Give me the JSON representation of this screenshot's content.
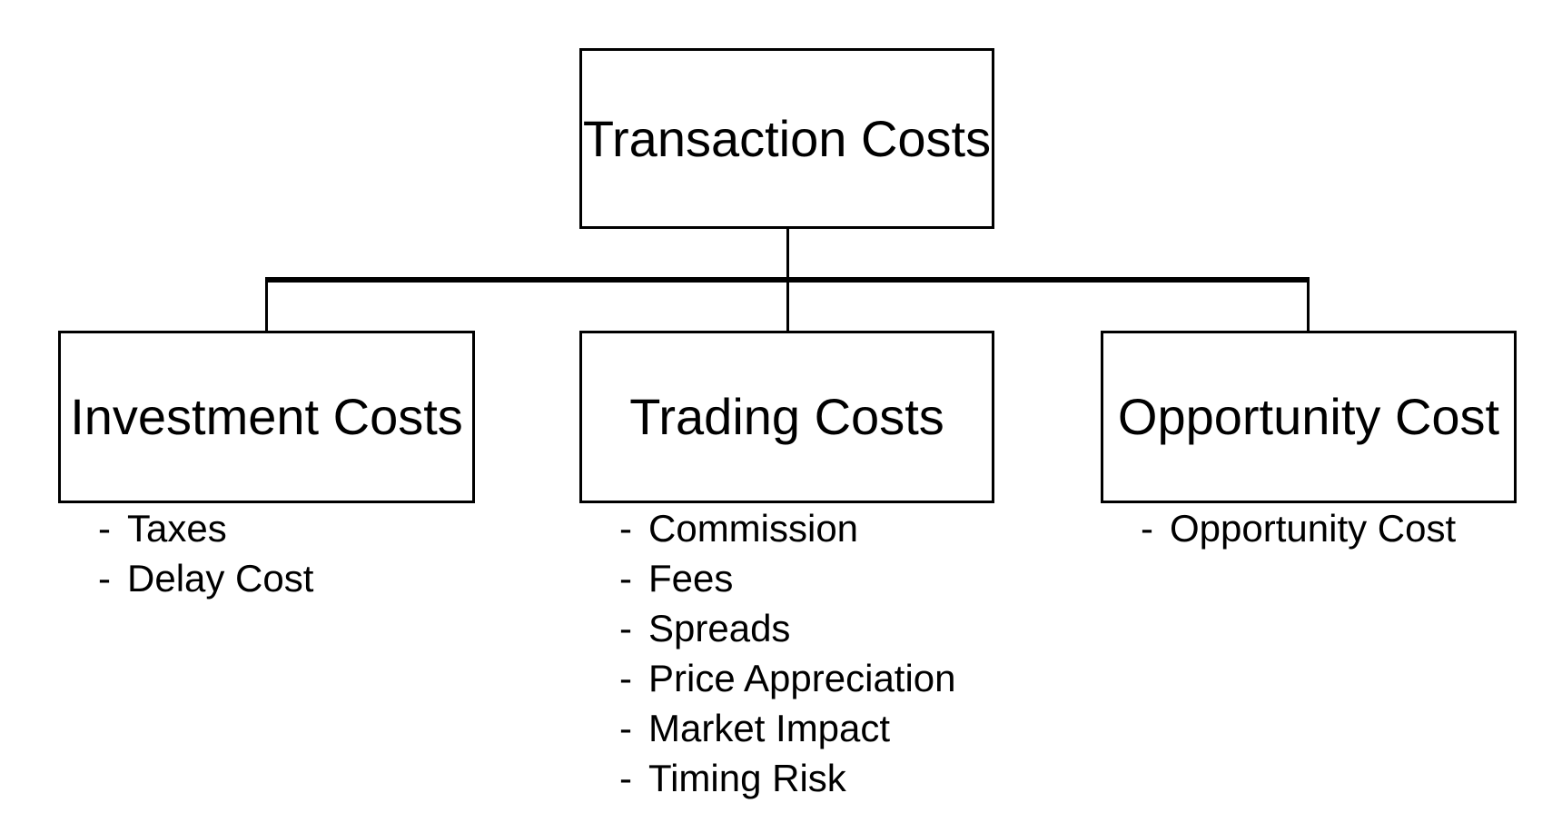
{
  "root": {
    "label": "Transaction Costs"
  },
  "categories": [
    {
      "label": "Investment Costs",
      "items": [
        "Taxes",
        "Delay Cost"
      ]
    },
    {
      "label": "Trading Costs",
      "items": [
        "Commission",
        "Fees",
        "Spreads",
        "Price Appreciation",
        "Market Impact",
        "Timing Risk"
      ]
    },
    {
      "label": "Opportunity Cost",
      "items": [
        "Opportunity Cost"
      ]
    }
  ],
  "bullet": "-"
}
